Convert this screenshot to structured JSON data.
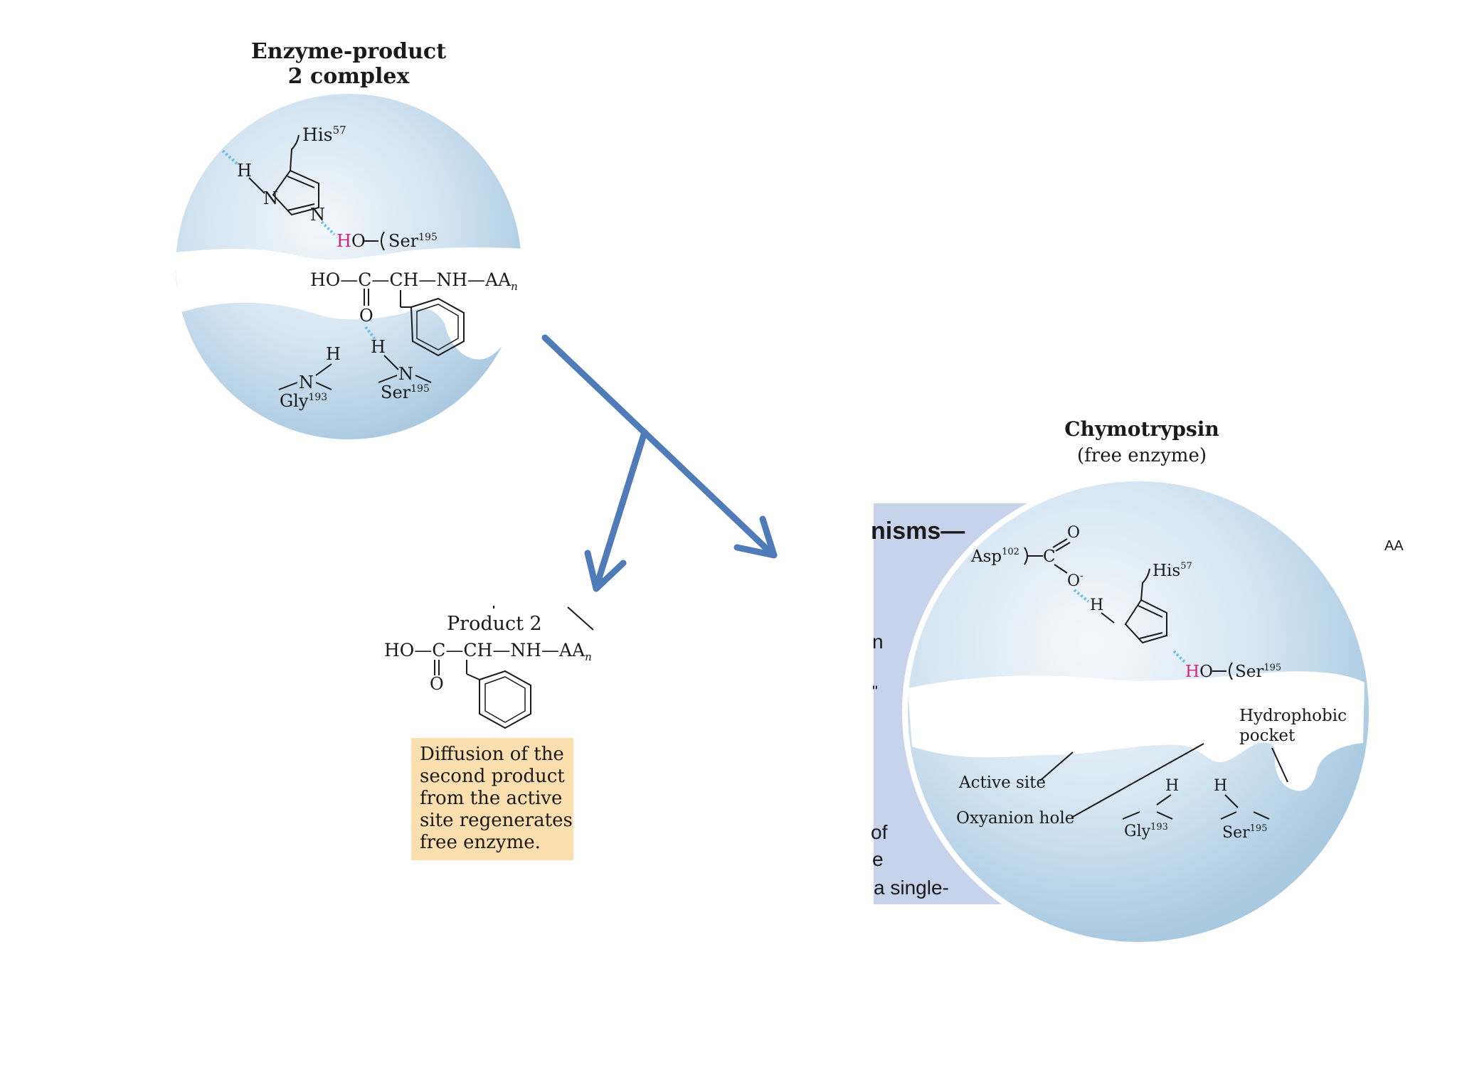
{
  "enzyme_product_complex": {
    "title_line1": "Enzyme-product",
    "title_line2": "2 complex",
    "his_label": "His",
    "his_num": "57",
    "h_label": "H",
    "n_label": "N",
    "ho_h": "H",
    "ho_o": "O",
    "ser_label": "Ser",
    "ser_num": "195",
    "substrate_chain": "HO—C—CH—NH—AA",
    "substrate_sub": "n",
    "carbonyl_o": "O",
    "gly_label": "Gly",
    "gly_num": "193",
    "ser2_label": "Ser",
    "ser2_num": "195"
  },
  "product2": {
    "label": "Product 2",
    "chain": "HO—C—CH—NH—AA",
    "chain_sub": "n",
    "carbonyl_o": "O"
  },
  "caption": {
    "lines": [
      "Diffusion of the",
      "second product",
      "from the active",
      "site regenerates",
      "free enzyme."
    ]
  },
  "chymotrypsin": {
    "title": "Chymotrypsin",
    "subtitle": "(free enzyme)",
    "asp_label": "Asp",
    "asp_num": "102",
    "c_label": "C",
    "o_top": "O",
    "o_minus": "O",
    "minus": "-",
    "h_label": "H",
    "his_label": "His",
    "his_num": "57",
    "ho_h": "H",
    "ho_o": "O",
    "ser_label": "Ser",
    "ser_num": "195",
    "hydrophobic_line1": "Hydrophobic",
    "hydrophobic_line2": "pocket",
    "active_site": "Active site",
    "oxyanion_hole": "Oxyanion hole",
    "gly_label": "Gly",
    "gly_num": "193",
    "ser2_label": "Ser",
    "ser2_num": "195",
    "background_fragments": [
      "nisms—",
      "n",
      "\"",
      "of",
      "e",
      "a single-"
    ],
    "right_fragment": "AA"
  },
  "colors": {
    "sphere_light": "#e8f1f8",
    "sphere_dark": "#a9c9e1",
    "arrow": "#4f7bb8",
    "hydroxyl_h": "#d6247a",
    "hbond": "#6bbfe0",
    "page_panel": "#c6d3ea",
    "caption_bg": "#fbdfae"
  }
}
